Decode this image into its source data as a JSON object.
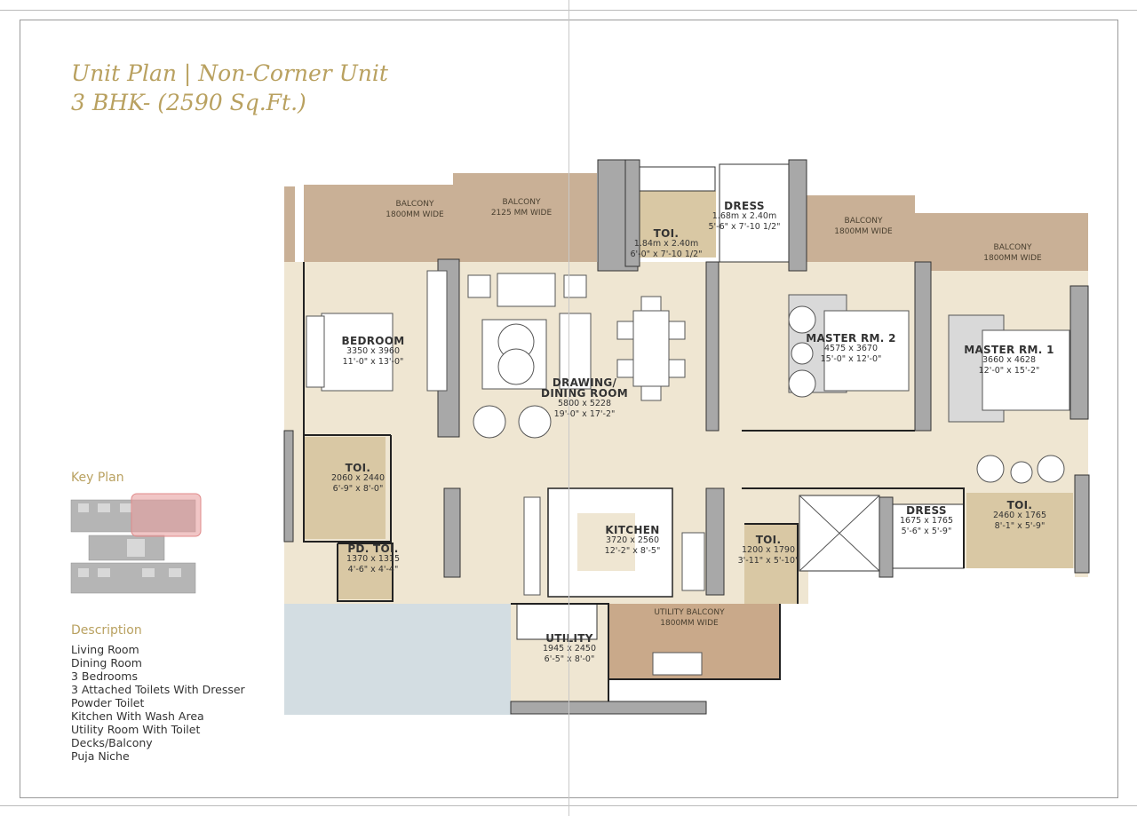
{
  "title": {
    "line1": "Unit Plan | Non-Corner Unit",
    "line2": "3 BHK- (2590 Sq.Ft.)"
  },
  "key_plan": {
    "heading": "Key Plan",
    "highlight_color": "#e8a0a0"
  },
  "description": {
    "heading": "Description",
    "items": [
      "Living Room",
      "Dining Room",
      "3 Bedrooms",
      "3 Attached Toilets With Dresser",
      "Powder Toilet",
      "Kitchen With Wash Area",
      "Utility Room With Toilet",
      "Decks/Balcony",
      "Puja Niche"
    ]
  },
  "colors": {
    "accent": "#b9a160",
    "floor": "#efe6d2",
    "balcony": "#c9b096",
    "toilet": "#d9c8a4",
    "wall": "#a8a8a8",
    "open_area": "#d3dde2"
  },
  "balconies": [
    {
      "name": "BALCONY",
      "width": "1800MM WIDE"
    },
    {
      "name": "BALCONY",
      "width": "2125 MM WIDE"
    },
    {
      "name": "BALCONY",
      "width": "1800MM WIDE"
    },
    {
      "name": "BALCONY",
      "width": "1800MM WIDE"
    },
    {
      "name": "UTILITY BALCONY",
      "width": "1800MM WIDE"
    }
  ],
  "rooms": [
    {
      "name": "BEDROOM",
      "mm": "3350 x 3960",
      "ft": "11'-0\" x 13'-0\""
    },
    {
      "name": "DRAWING/",
      "name2": "DINING ROOM",
      "mm": "5800 x 5228",
      "ft": "19'-0\" x 17'-2\""
    },
    {
      "name": "TOI.",
      "mm": "1.84m x 2.40m",
      "ft": "6'-0\" x 7'-10 1/2\""
    },
    {
      "name": "DRESS",
      "mm": "1.68m x 2.40m",
      "ft": "5'-6\" x 7'-10 1/2\""
    },
    {
      "name": "MASTER RM. 2",
      "mm": "4575 x 3670",
      "ft": "15'-0\" x 12'-0\""
    },
    {
      "name": "MASTER RM. 1",
      "mm": "3660 x 4628",
      "ft": "12'-0\" x 15'-2\""
    },
    {
      "name": "TOI.",
      "mm": "2060 x 2440",
      "ft": "6'-9\" x 8'-0\""
    },
    {
      "name": "PD. TOI.",
      "mm": "1370 x 1315",
      "ft": "4'-6\" x 4'-4\""
    },
    {
      "name": "KITCHEN",
      "mm": "3720 x 2560",
      "ft": "12'-2\" x 8'-5\""
    },
    {
      "name": "TOI.",
      "mm": "1200 x 1790",
      "ft": "3'-11\" x 5'-10\""
    },
    {
      "name": "UTILITY",
      "mm": "1945 x 2450",
      "ft": "6'-5\" x 8'-0\""
    },
    {
      "name": "DRESS",
      "mm": "1675 x 1765",
      "ft": "5'-6\" x 5'-9\""
    },
    {
      "name": "TOI.",
      "mm": "2460 x 1765",
      "ft": "8'-1\" x 5'-9\""
    }
  ]
}
